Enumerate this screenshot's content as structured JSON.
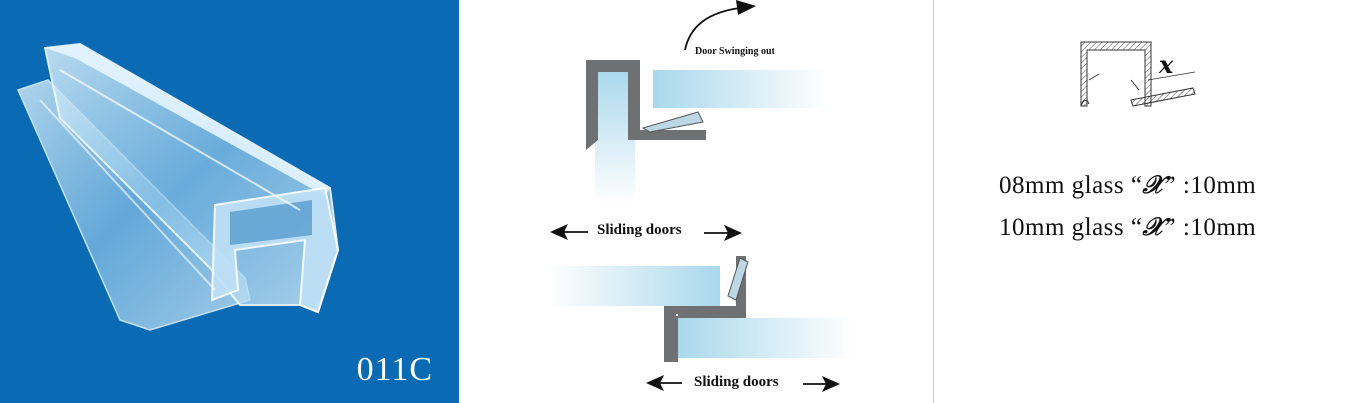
{
  "product": {
    "code": "011C"
  },
  "diagram": {
    "swing_label": "Door Swinging out",
    "sliding_label_top": "Sliding doors",
    "sliding_label_bottom": "Sliding doors"
  },
  "profile": {
    "x_label": "x"
  },
  "specs": [
    {
      "prefix": "08mm glass",
      "open_q": "“",
      "symbol": "𝒳",
      "close_q": "”",
      "value": " :10mm"
    },
    {
      "prefix": "10mm glass",
      "open_q": "“",
      "symbol": "𝒳",
      "close_q": "”",
      "value": " :10mm"
    }
  ],
  "colors": {
    "panel_blue": "#0a6ab4",
    "seal_gray": "#6e7072",
    "glass_blue": "#a9d8ec"
  }
}
